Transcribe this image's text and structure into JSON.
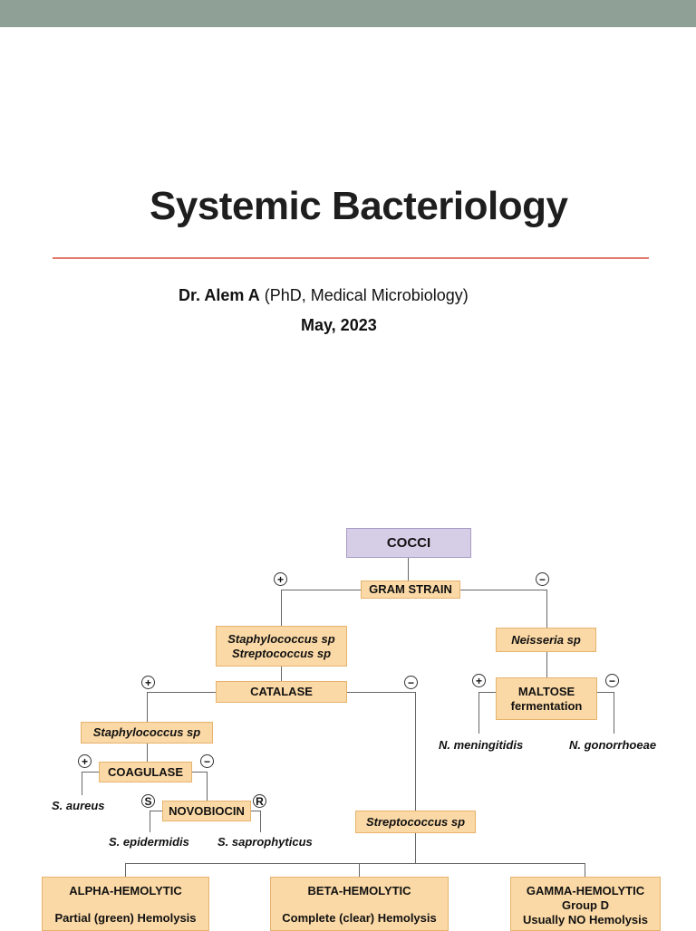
{
  "slide": {
    "title": "Systemic Bacteriology",
    "author_name": "Dr. Alem A",
    "author_credentials": "(PhD, Medical Microbiology)",
    "date": "May, 2023"
  },
  "diagram": {
    "root": "COCCI",
    "gram": "GRAM STRAIN",
    "staph_strep": [
      "Staphylococcus sp",
      "Streptococcus sp"
    ],
    "neisseria": "Neisseria sp",
    "catalase": "CATALASE",
    "maltose": [
      "MALTOSE",
      "fermentation"
    ],
    "staph": "Staphylococcus sp",
    "coagulase": "COAGULASE",
    "novobiocin": "NOVOBIOCIN",
    "strep": "Streptococcus sp",
    "leaves": {
      "s_aureus": "S. aureus",
      "s_epidermidis": "S. epidermidis",
      "s_saprophyticus": "S. saprophyticus",
      "n_meningitidis": "N. meningitidis",
      "n_gonorrhoeae": "N. gonorrhoeae"
    },
    "hemolysis": {
      "alpha": [
        "ALPHA-HEMOLYTIC",
        "Partial (green) Hemolysis"
      ],
      "beta": [
        "BETA-HEMOLYTIC",
        "Complete (clear) Hemolysis"
      ],
      "gamma": [
        "GAMMA-HEMOLYTIC",
        "Group D",
        "Usually NO Hemolysis"
      ]
    },
    "signs": {
      "positive": "+",
      "negative": "−",
      "sensitive": "S",
      "resistant": "R"
    }
  }
}
